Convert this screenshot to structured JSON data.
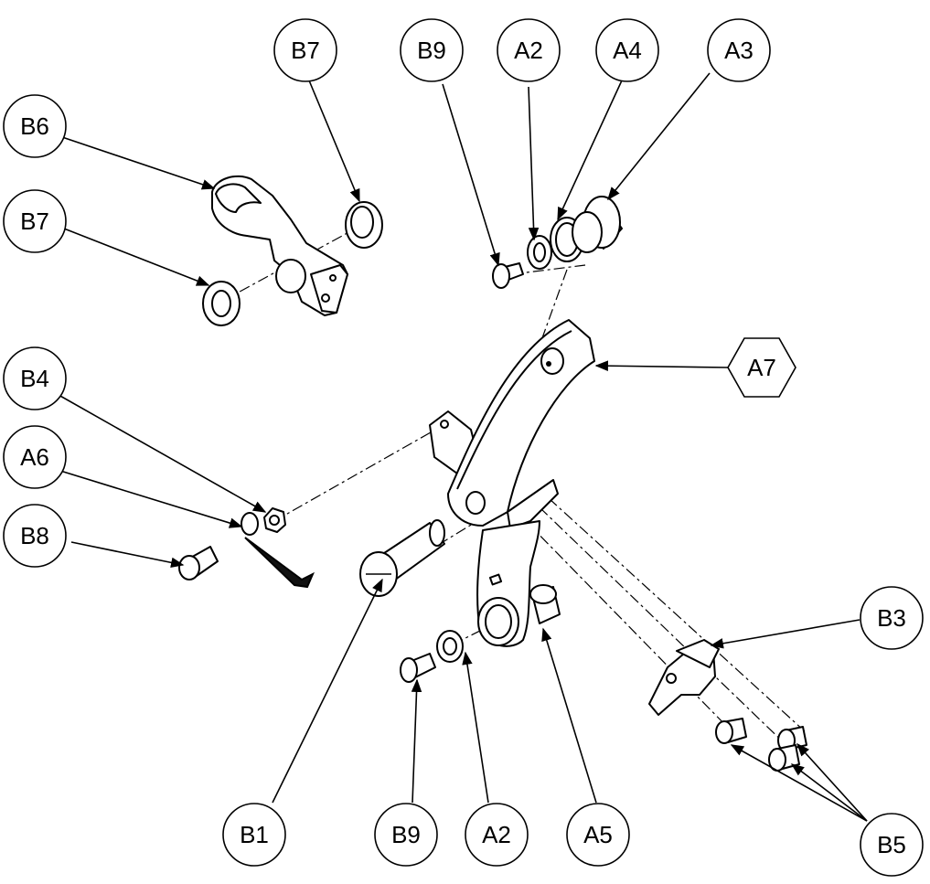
{
  "balloons": [
    {
      "id": "b7-top",
      "label": "B7"
    },
    {
      "id": "b9-top",
      "label": "B9"
    },
    {
      "id": "a2-top",
      "label": "A2"
    },
    {
      "id": "a4",
      "label": "A4"
    },
    {
      "id": "a3",
      "label": "A3"
    },
    {
      "id": "b6",
      "label": "B6"
    },
    {
      "id": "b7-left",
      "label": "B7"
    },
    {
      "id": "b4",
      "label": "B4"
    },
    {
      "id": "a6",
      "label": "A6"
    },
    {
      "id": "b8",
      "label": "B8"
    },
    {
      "id": "a7",
      "label": "A7"
    },
    {
      "id": "b3",
      "label": "B3"
    },
    {
      "id": "b1",
      "label": "B1"
    },
    {
      "id": "b9-bottom",
      "label": "B9"
    },
    {
      "id": "a2-bottom",
      "label": "A2"
    },
    {
      "id": "a5",
      "label": "A5"
    },
    {
      "id": "b5",
      "label": "B5"
    }
  ]
}
